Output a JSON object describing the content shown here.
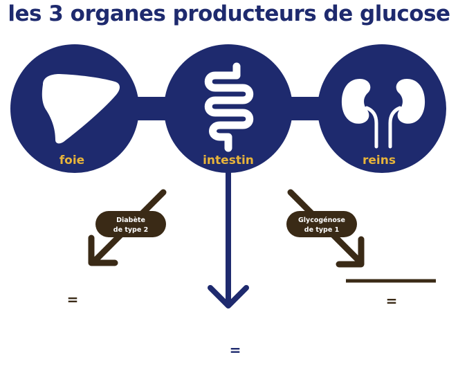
{
  "title": "les 3 organes producteurs de glucose",
  "colors": {
    "navy": "#1e2a6e",
    "brown": "#3a2a16",
    "gold": "#e8b43a",
    "white": "#ffffff"
  },
  "organs": [
    {
      "label": "foie",
      "icon": "liver-icon"
    },
    {
      "label": "intestin",
      "icon": "intestine-icon"
    },
    {
      "label": "reins",
      "icon": "kidneys-icon"
    }
  ],
  "diseases": [
    {
      "line1": "Diabète",
      "line2": "de type 2"
    },
    {
      "line1": "Glycogénose",
      "line2": "de type 1"
    }
  ],
  "equals": [
    "=",
    "=",
    "="
  ]
}
